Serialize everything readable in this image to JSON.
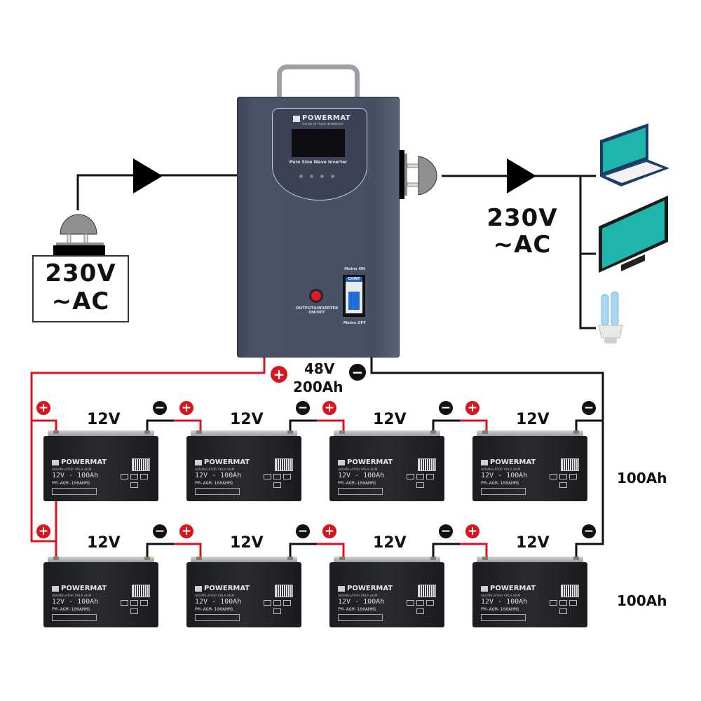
{
  "diagram": {
    "title": "Inverter wiring: 230V AC input/output with 48V 200Ah battery bank (2 parallel strings of 4 x 12V 100Ah in series)",
    "input": {
      "voltage_label": "230V",
      "type_label": "~AC"
    },
    "output": {
      "voltage_label": "230V",
      "type_label": "~AC"
    },
    "inverter": {
      "brand": "POWERMAT",
      "tagline": "THE ART OF TOOLS TECHNOLOGY",
      "subtitle": "Pure Sine Wave Inverter",
      "switch_label": "OUTPUT&INVERTER ON/OFF",
      "breaker_brand": "CHINT",
      "breaker_on_label": "Mains ON",
      "breaker_off_label": "Mains OFF"
    },
    "bank": {
      "voltage_label": "48V",
      "capacity_label": "200Ah",
      "plus_symbol": "+",
      "minus_symbol": "−"
    },
    "rows": [
      {
        "capacity_label": "100Ah",
        "batteries": [
          "12V",
          "12V",
          "12V",
          "12V"
        ]
      },
      {
        "capacity_label": "100Ah",
        "batteries": [
          "12V",
          "12V",
          "12V",
          "12V"
        ]
      }
    ],
    "battery": {
      "brand": "POWERMAT",
      "kind": "AKUMULATOR VRLA AGM",
      "rating": "12V - 100Ah",
      "model": "PM-AGM-100AHM1"
    },
    "loads": [
      {
        "name": "laptop",
        "icon": "laptop-icon"
      },
      {
        "name": "monitor",
        "icon": "monitor-icon"
      },
      {
        "name": "bulb",
        "icon": "lightbulb-icon"
      }
    ],
    "colors": {
      "positive": "#d9141f",
      "negative": "#111111",
      "inverter": "#474f62",
      "load_screen": "#1fb5ad",
      "load_frame": "#1d3b63"
    }
  }
}
